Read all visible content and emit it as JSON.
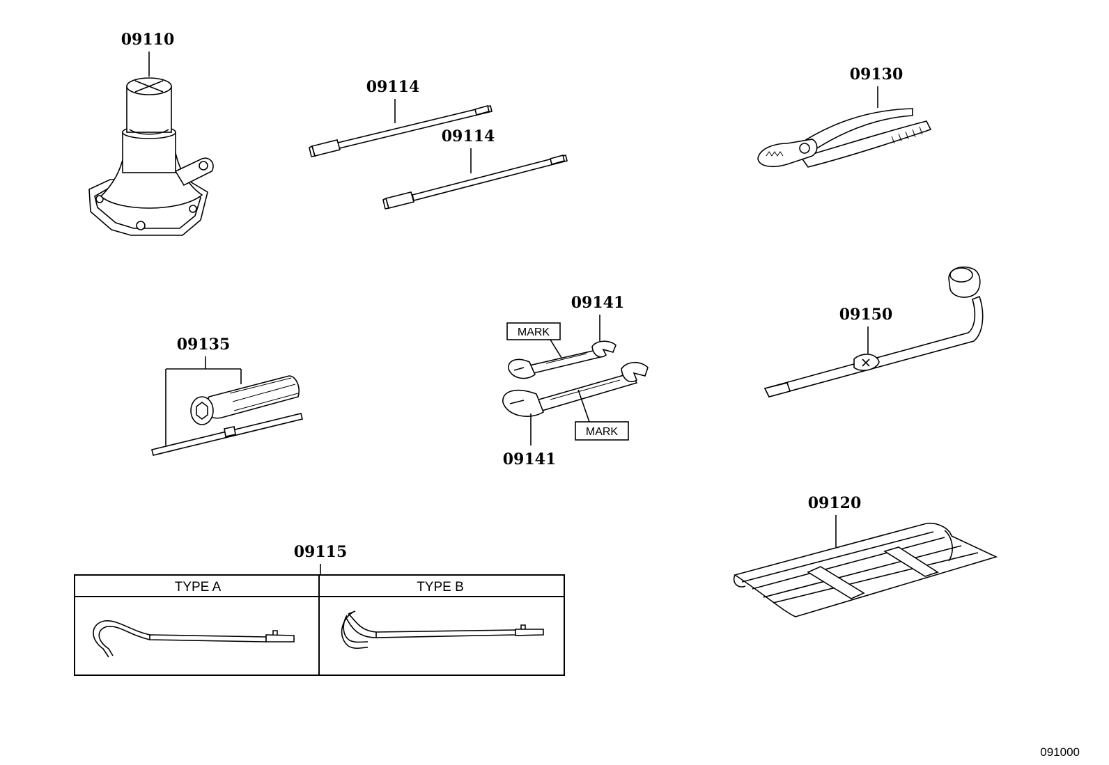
{
  "parts": {
    "jack": "09110",
    "jack_handle_1": "09114",
    "jack_handle_2": "09114",
    "pliers": "09130",
    "screwdriver": "09135",
    "wrench_top": "09141",
    "wrench_bottom": "09141",
    "lug_wrench": "09150",
    "tool_bag": "09120",
    "jack_handle_hook": "09115"
  },
  "labels": {
    "mark_top": "MARK",
    "mark_bottom": "MARK"
  },
  "types_table": {
    "type_a": "TYPE A",
    "type_b": "TYPE B"
  },
  "figure_ref": "091000"
}
